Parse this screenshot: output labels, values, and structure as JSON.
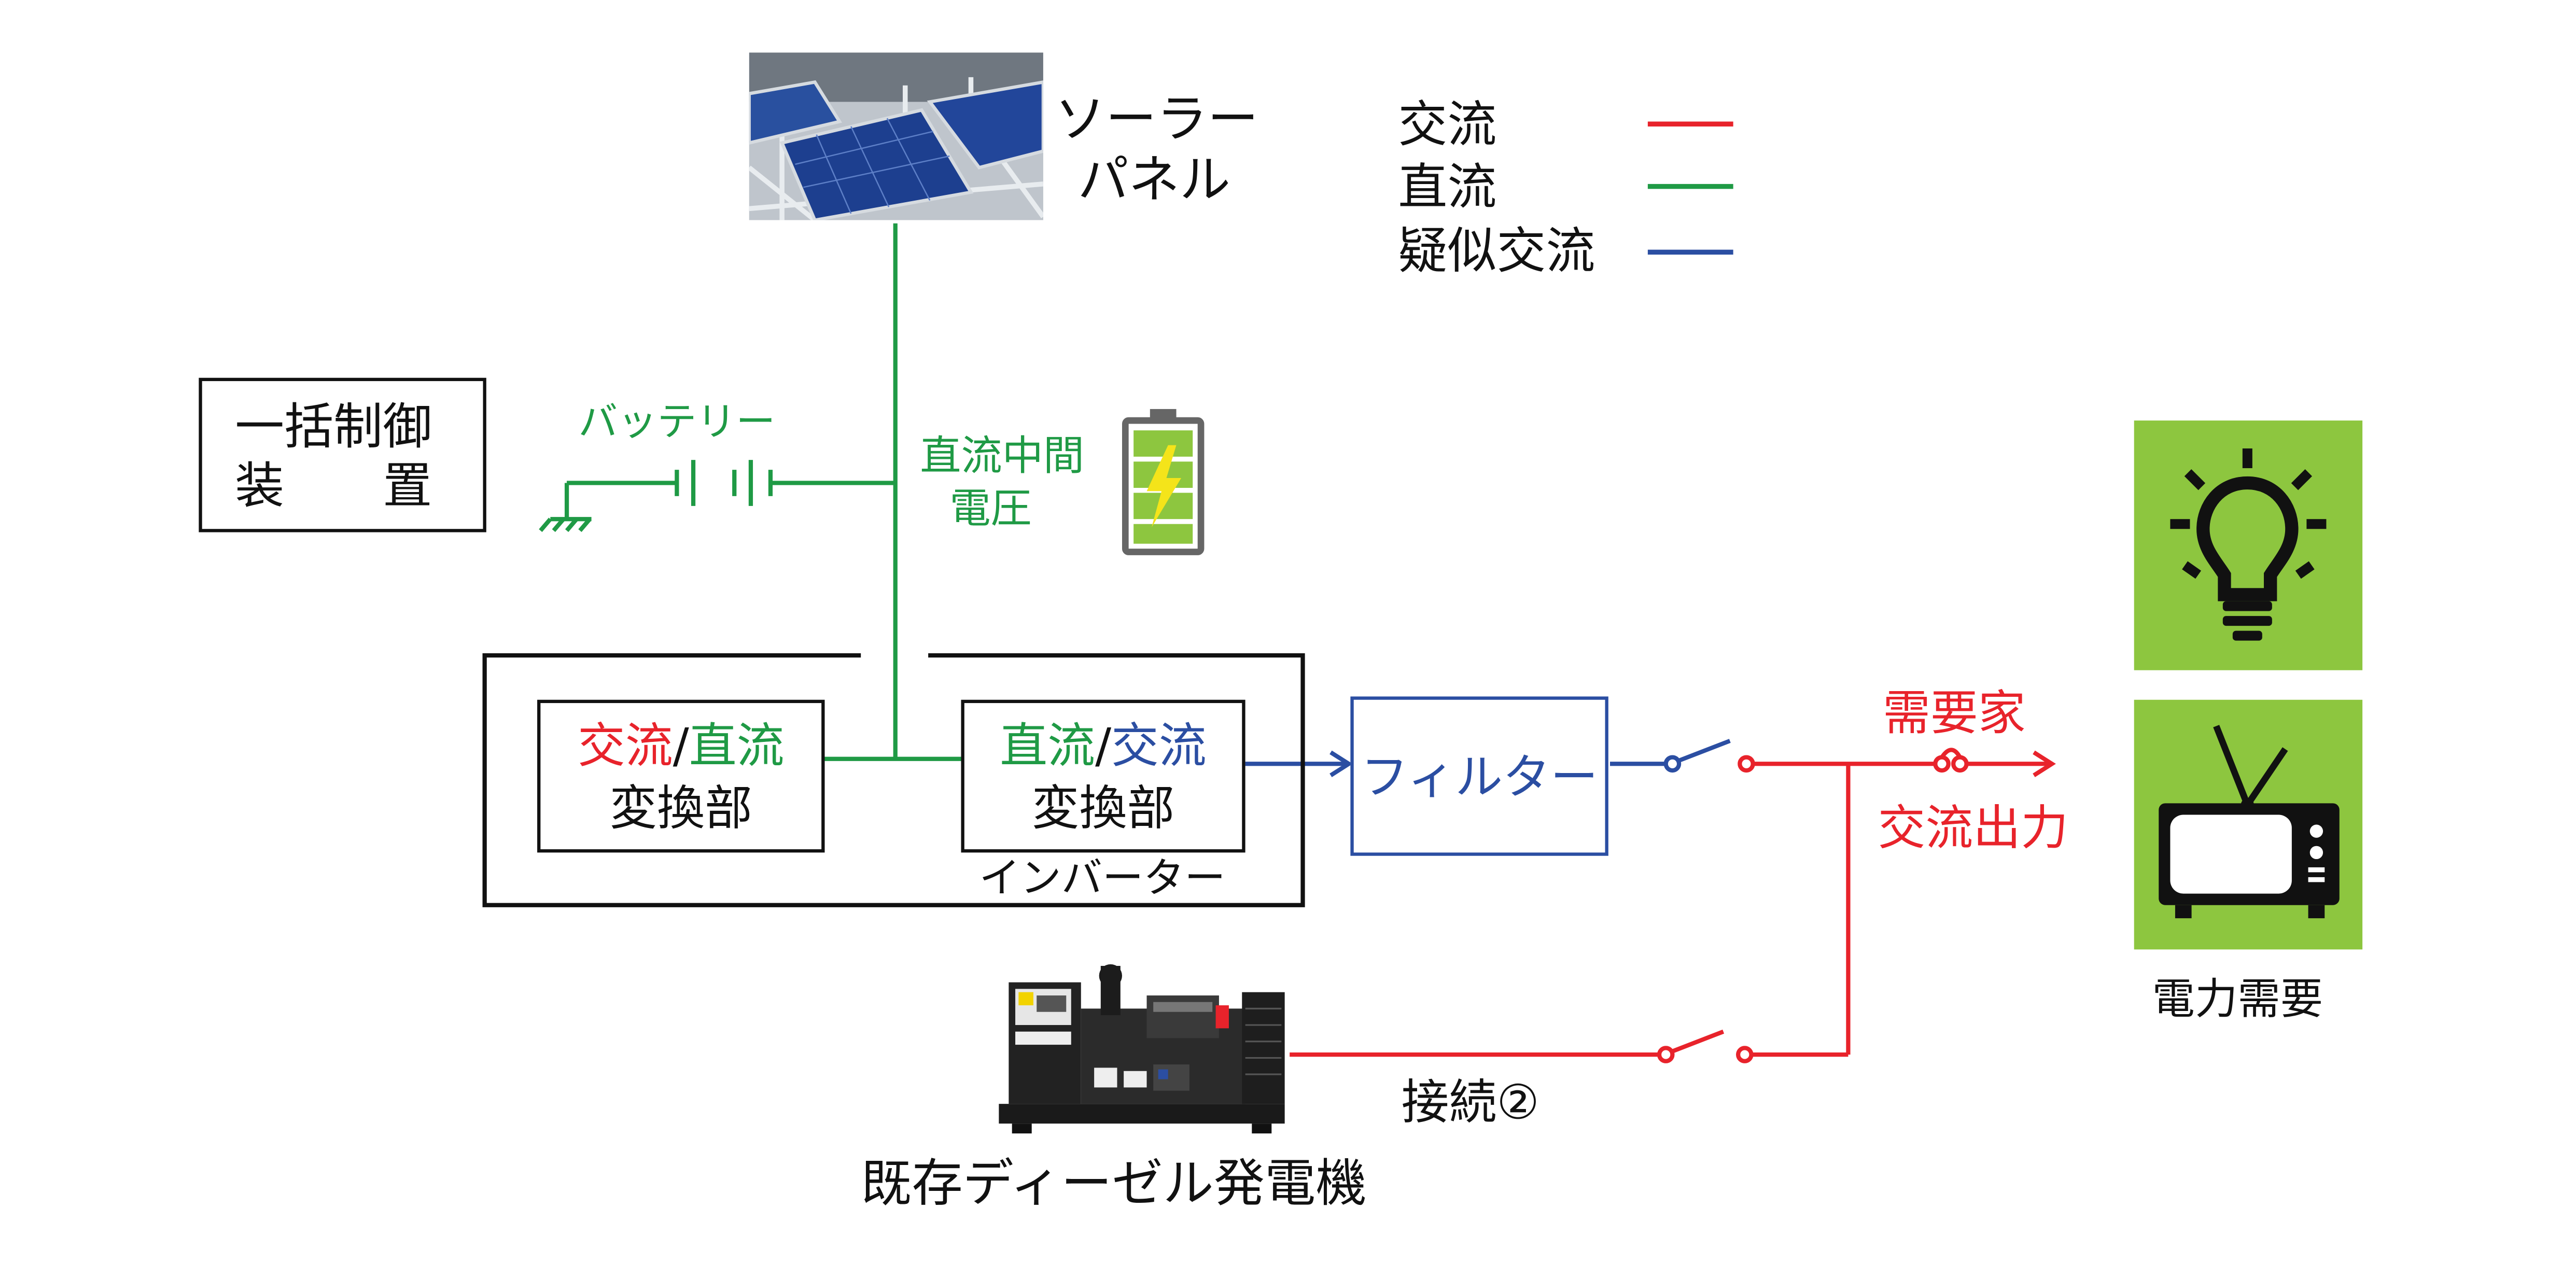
{
  "legend": {
    "items": [
      {
        "label": "交流",
        "color": "#e8232b"
      },
      {
        "label": "直流",
        "color": "#1f9a45"
      },
      {
        "label": "疑似交流",
        "color": "#2b4ea2"
      }
    ]
  },
  "solar": {
    "label_line1": "ソーラー",
    "label_line2": "パネル"
  },
  "controller": {
    "line1": "一括制御",
    "line2": "装　　置"
  },
  "battery": {
    "label": "バッテリー"
  },
  "dc_bus": {
    "line1": "直流中間",
    "line2": "電圧"
  },
  "inverter": {
    "label": "インバーター"
  },
  "rectifier": {
    "ac": "交流",
    "sep": "/",
    "dc": "直流",
    "line2": "変換部"
  },
  "inverter_unit": {
    "dc": "直流",
    "sep": "/",
    "ac": "交流",
    "line2": "変換部"
  },
  "filter": {
    "label": "フィルター"
  },
  "consumer": {
    "line1": "需要家",
    "line2": "交流出力"
  },
  "generator": {
    "label": "既存ディーゼル発電機",
    "connection": "接続②"
  },
  "demand": {
    "label": "電力需要"
  },
  "colors": {
    "ac": "#e8232b",
    "dc": "#1f9a45",
    "pseudo_ac": "#2b4ea2",
    "icon_bg": "#8dc63f",
    "black": "#111111"
  }
}
